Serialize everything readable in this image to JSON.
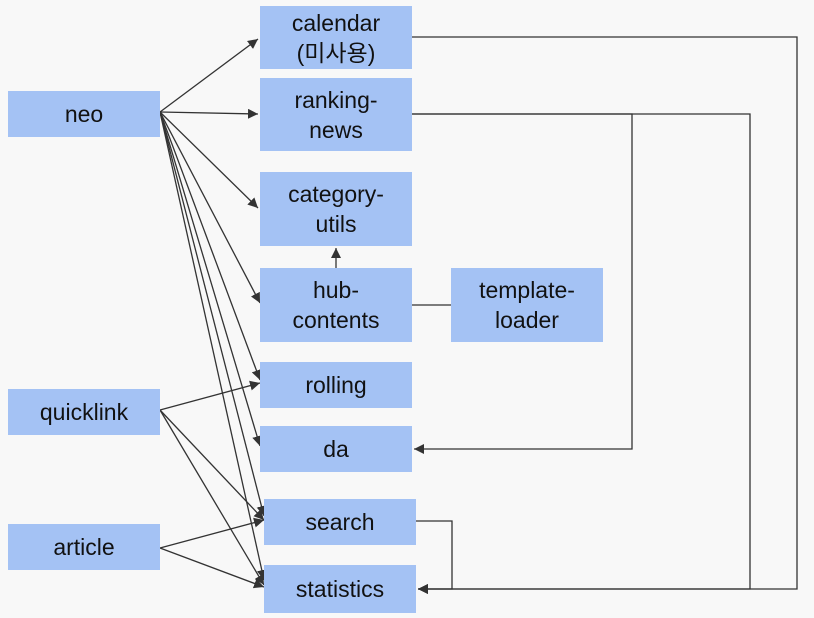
{
  "nodes": {
    "neo": "neo",
    "quicklink": "quicklink",
    "article": "article",
    "calendar": "calendar\n(미사용)",
    "ranking": "ranking-\nnews",
    "category": "category-\nutils",
    "hub": "hub-\ncontents",
    "template": "template-\nloader",
    "rolling": "rolling",
    "da": "da",
    "search": "search",
    "statistics": "statistics"
  },
  "edges": [
    {
      "from": "neo",
      "to": "calendar",
      "kind": "arrow"
    },
    {
      "from": "neo",
      "to": "ranking",
      "kind": "arrow"
    },
    {
      "from": "neo",
      "to": "category",
      "kind": "arrow"
    },
    {
      "from": "neo",
      "to": "hub",
      "kind": "arrow"
    },
    {
      "from": "neo",
      "to": "rolling",
      "kind": "arrow"
    },
    {
      "from": "neo",
      "to": "da",
      "kind": "arrow"
    },
    {
      "from": "neo",
      "to": "search",
      "kind": "arrow"
    },
    {
      "from": "neo",
      "to": "statistics",
      "kind": "arrow"
    },
    {
      "from": "quicklink",
      "to": "rolling",
      "kind": "arrow"
    },
    {
      "from": "quicklink",
      "to": "search",
      "kind": "arrow"
    },
    {
      "from": "quicklink",
      "to": "statistics",
      "kind": "arrow"
    },
    {
      "from": "article",
      "to": "search",
      "kind": "arrow"
    },
    {
      "from": "article",
      "to": "statistics",
      "kind": "arrow"
    },
    {
      "from": "hub",
      "to": "category",
      "kind": "arrow"
    },
    {
      "from": "hub",
      "to": "template",
      "kind": "line"
    },
    {
      "from": "ranking",
      "to": "da",
      "kind": "arrow"
    },
    {
      "from": "ranking",
      "to": "statistics",
      "kind": "arrow"
    },
    {
      "from": "calendar",
      "to": "statistics",
      "kind": "arrow"
    },
    {
      "from": "search",
      "to": "statistics",
      "kind": "arrow"
    }
  ],
  "colors": {
    "node_fill": "#a4c2f4",
    "edge": "#333333",
    "background": "#f8f8f8"
  }
}
